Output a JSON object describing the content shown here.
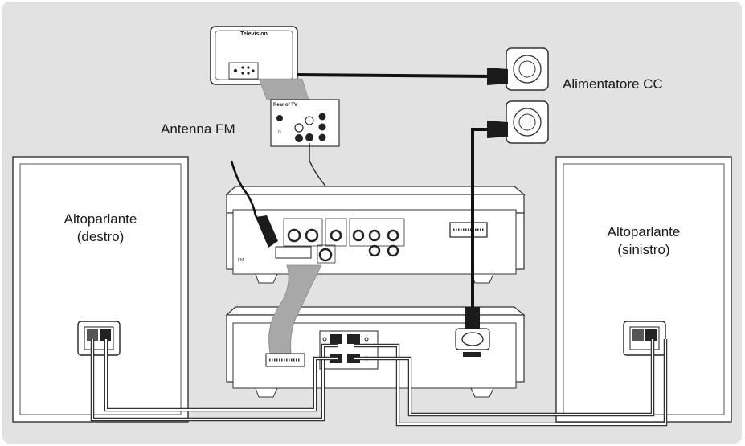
{
  "labels": {
    "television": "Television",
    "power_supply": "Alimentatore CC",
    "fm_antenna": "Antenna FM",
    "speaker_right_name": "Altoparlante",
    "speaker_right_side": "(destro)",
    "speaker_left_name": "Altoparlante",
    "speaker_left_side": "(sinistro)",
    "rear_of_tv": "Rear of TV"
  }
}
